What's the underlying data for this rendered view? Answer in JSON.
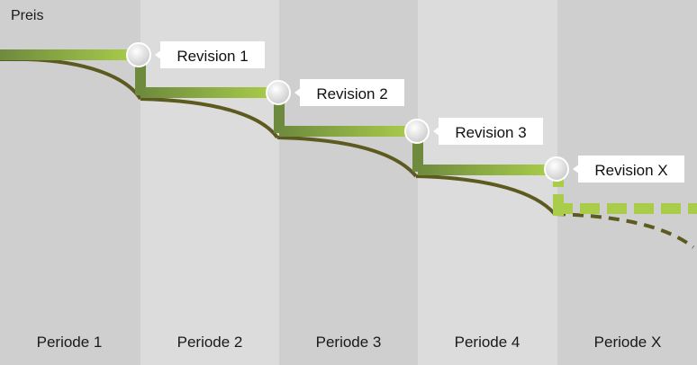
{
  "y_axis_label": "Preis",
  "periods": [
    {
      "label": "Periode 1",
      "shade": "#cfcfd0"
    },
    {
      "label": "Periode 2",
      "shade": "#dcdcdd"
    },
    {
      "label": "Periode 3",
      "shade": "#cfcfd0"
    },
    {
      "label": "Periode 4",
      "shade": "#dcdcdd"
    },
    {
      "label": "Periode X",
      "shade": "#cfcfd0"
    }
  ],
  "revisions": [
    {
      "label": "Revision 1"
    },
    {
      "label": "Revision 2"
    },
    {
      "label": "Revision 3"
    },
    {
      "label": "Revision X"
    }
  ],
  "colors": {
    "price_curve": "#5c5a1e",
    "step_line_dark": "#6e8a3e",
    "step_line_light": "#a9cd4a",
    "projection_dash": "#a9cd4a",
    "callout_bg": "#ffffff",
    "marker_fill": "#ececec"
  }
}
